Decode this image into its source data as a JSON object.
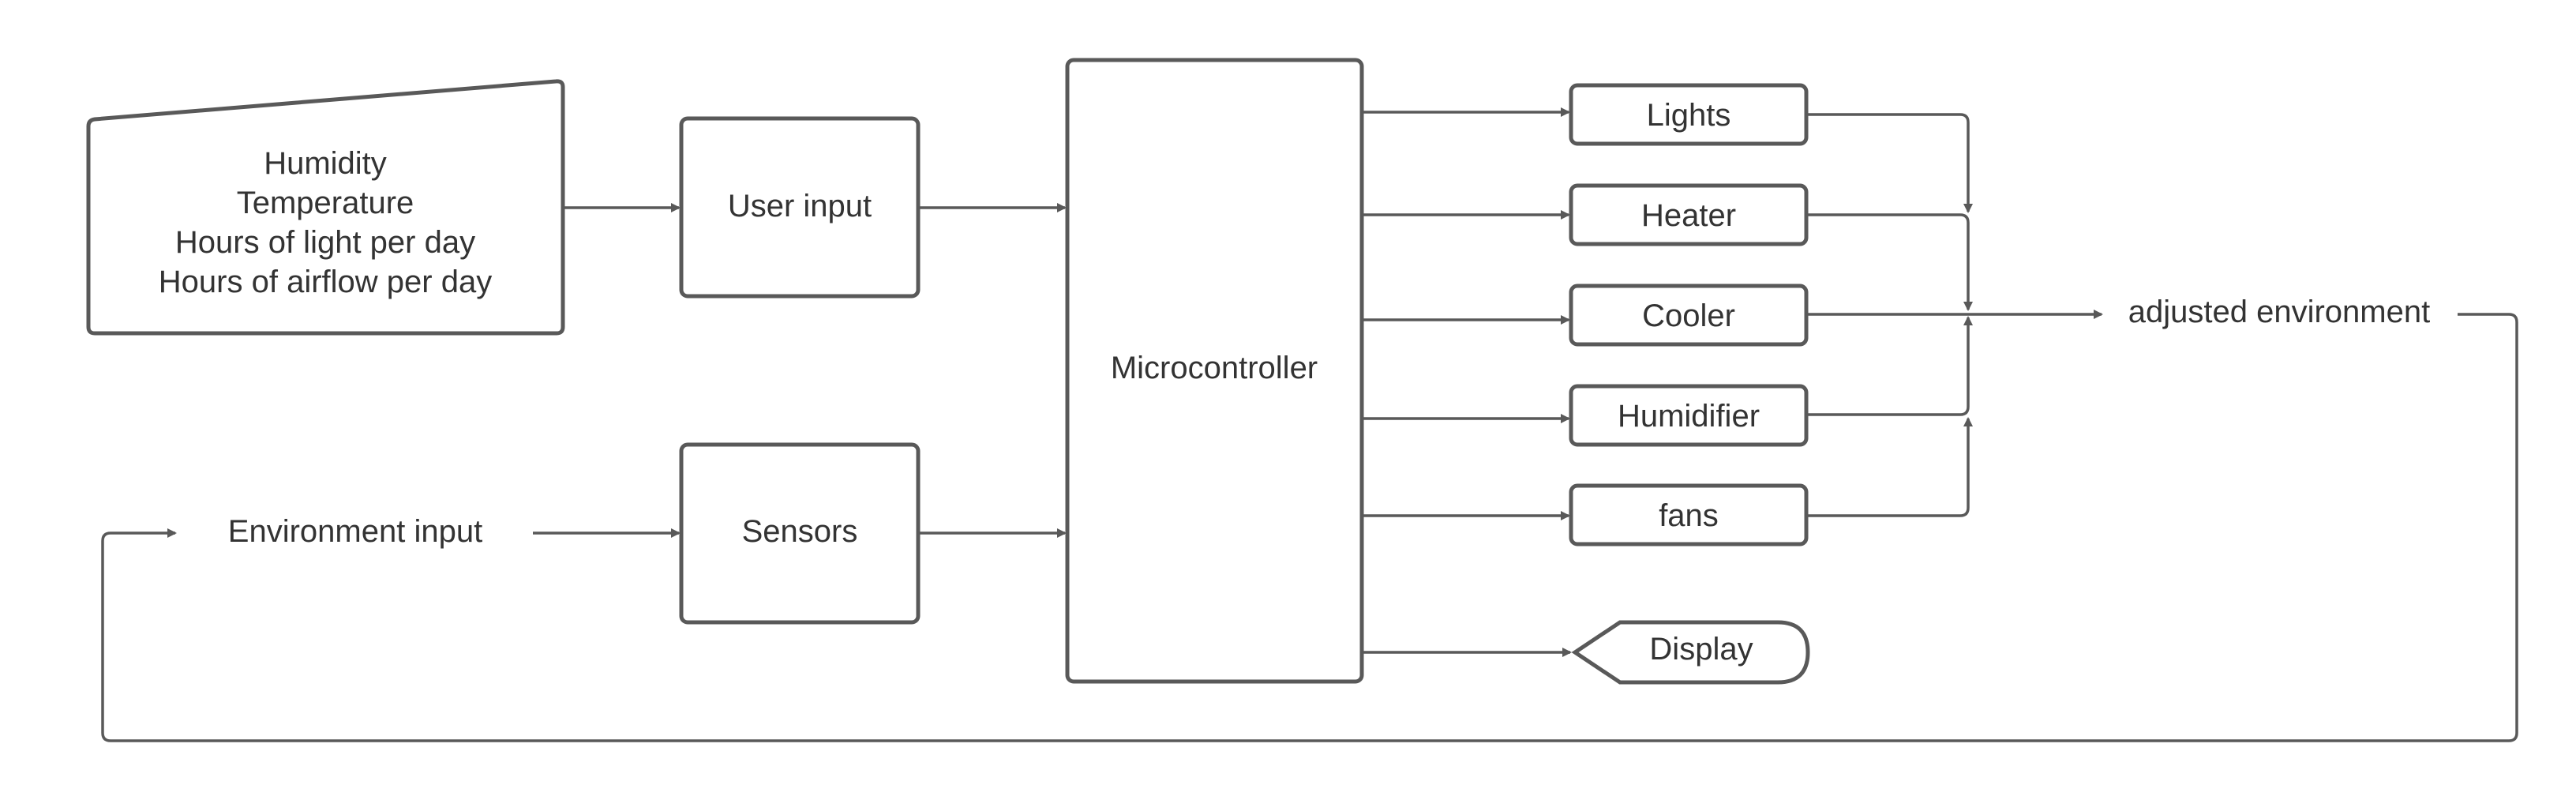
{
  "colors": {
    "stroke": "#595959",
    "text": "#333333",
    "background": "#ffffff"
  },
  "nodes": {
    "params": {
      "lines": [
        "Humidity",
        "Temperature",
        "Hours of light per day",
        "Hours of airflow per day"
      ]
    },
    "user_input": {
      "label": "User input"
    },
    "sensors": {
      "label": "Sensors"
    },
    "environment_input": {
      "label": "Environment input"
    },
    "microcontroller": {
      "label": "Microcontroller"
    },
    "lights": {
      "label": "Lights"
    },
    "heater": {
      "label": "Heater"
    },
    "cooler": {
      "label": "Cooler"
    },
    "humidifier": {
      "label": "Humidifier"
    },
    "fans": {
      "label": "fans"
    },
    "display": {
      "label": "Display"
    },
    "adjusted_environment": {
      "label": "adjusted environment"
    }
  }
}
